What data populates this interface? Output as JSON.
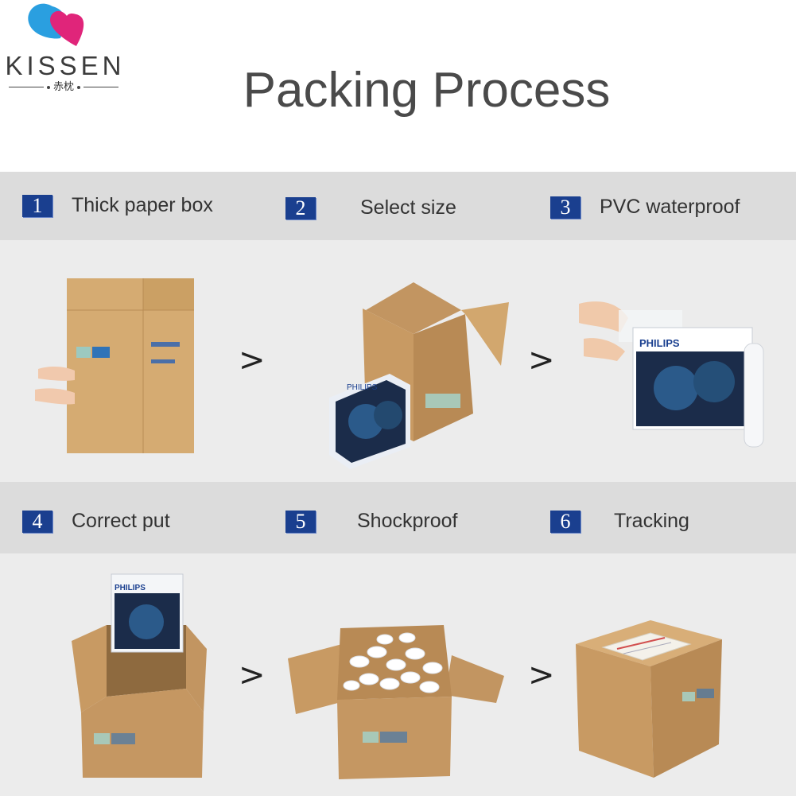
{
  "brand": {
    "name": "KISSEN",
    "subtitle": "赤枕"
  },
  "title": "Packing Process",
  "steps": [
    {
      "num": "1",
      "label": "Thick paper box"
    },
    {
      "num": "2",
      "label": "Select size"
    },
    {
      "num": "3",
      "label": "PVC waterproof"
    },
    {
      "num": "4",
      "label": "Correct put"
    },
    {
      "num": "5",
      "label": "Shockproof"
    },
    {
      "num": "6",
      "label": "Tracking"
    }
  ],
  "arrow": ">",
  "product_brand": "PHILIPS",
  "colors": {
    "band": "#dcdcdc",
    "panel": "#ececec",
    "badge": "#1a3f8f",
    "cardboard": "#c9a06a",
    "logo_blue": "#2a9fe0",
    "logo_pink": "#e0257a"
  }
}
